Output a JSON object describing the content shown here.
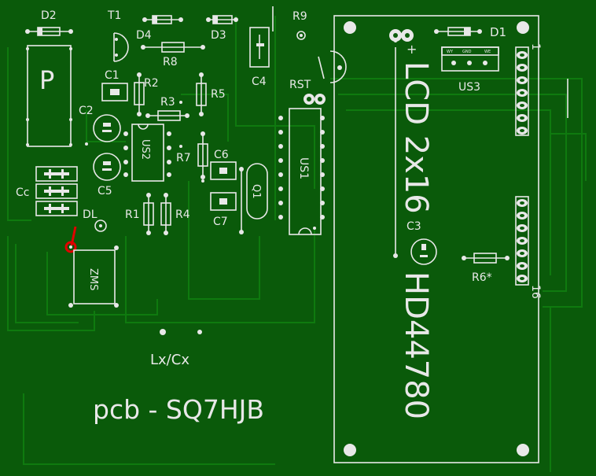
{
  "board": {
    "colors": {
      "background": "#0a5a0a",
      "copper": "#0e6e0e",
      "silkscreen": "#e8e8e8",
      "highlight": "#e00000"
    },
    "author_label": "pcb - SQ7HJB",
    "lx_cx_label": "Lx/Cx",
    "lcd": {
      "title": "LCD 2x16",
      "controller": "HD44780",
      "pin1_label": "1",
      "pin16_label": "16"
    },
    "components": {
      "d1": "D1",
      "d2": "D2",
      "d3": "D3",
      "d4": "D4",
      "t1": "T1",
      "r1": "R1",
      "r2": "R2",
      "r3": "R3",
      "r4": "R4",
      "r5": "R5",
      "r6": "R6*",
      "r7": "R7",
      "r8": "R8",
      "r9": "R9",
      "c1": "C1",
      "c2": "C2",
      "c3": "C3",
      "c4": "C4",
      "c5": "C5",
      "c6": "C6",
      "c7": "C7",
      "cc": "Cc",
      "dl": "DL",
      "rst": "RST",
      "p": "P",
      "us1": "US1",
      "us2": "US2",
      "us3": "US3",
      "q1": "Q1",
      "zms": "ZMS"
    },
    "us3_pins": [
      "WY",
      "GND",
      "WE"
    ]
  }
}
